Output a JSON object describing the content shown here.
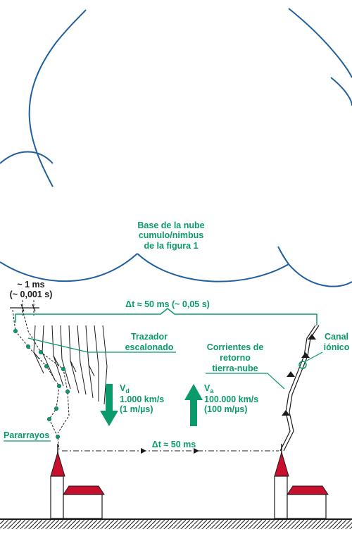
{
  "labels": {
    "cloud_base_1": "Base de la nube",
    "cloud_base_2": "cumulo/nimbus",
    "cloud_base_3": "de la figura 1",
    "ms_top": "~ 1 ms",
    "ms_bottom": "(~ 0,001 s)",
    "dt_top": "Δt ≈ 50 ms (~ 0,05 s)",
    "canal_1": "Canal",
    "canal_2": "iónico",
    "corrientes_1": "Corrientes de",
    "corrientes_2": "retorno",
    "corrientes_3": "tierra-nube",
    "trazador_1": "Trazador",
    "trazador_2": "escalonado",
    "vd_symbol": "V",
    "vd_sub": "d",
    "vd_speed_1": "1.000 km/s",
    "vd_speed_2": "(1 m/µs)",
    "va_symbol": "V",
    "va_sub": "a",
    "va_speed_1": "100.000 km/s",
    "va_speed_2": "(100 m/µs)",
    "pararrayos": "Pararrayos",
    "dt_bottom": "Δt ≈ 50 ms"
  },
  "colors": {
    "cloud": "#1f5fa0",
    "accent": "#0a9a6b",
    "roof": "#c8102e",
    "ink": "#1a1a1a"
  }
}
